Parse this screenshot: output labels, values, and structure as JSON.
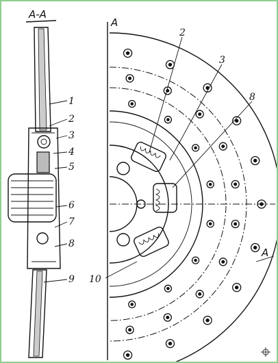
{
  "section_title": "A-A",
  "section_marks": {
    "top": "A",
    "bottom": "A"
  },
  "callouts": [
    "1",
    "2",
    "3",
    "4",
    "5",
    "6",
    "7",
    "8",
    "9"
  ],
  "face_callouts": [
    "2",
    "3",
    "8",
    "10"
  ],
  "colors": {
    "ink": "#111111",
    "border": "#8fcf8f"
  },
  "icons": {
    "corner": "gear-icon"
  }
}
